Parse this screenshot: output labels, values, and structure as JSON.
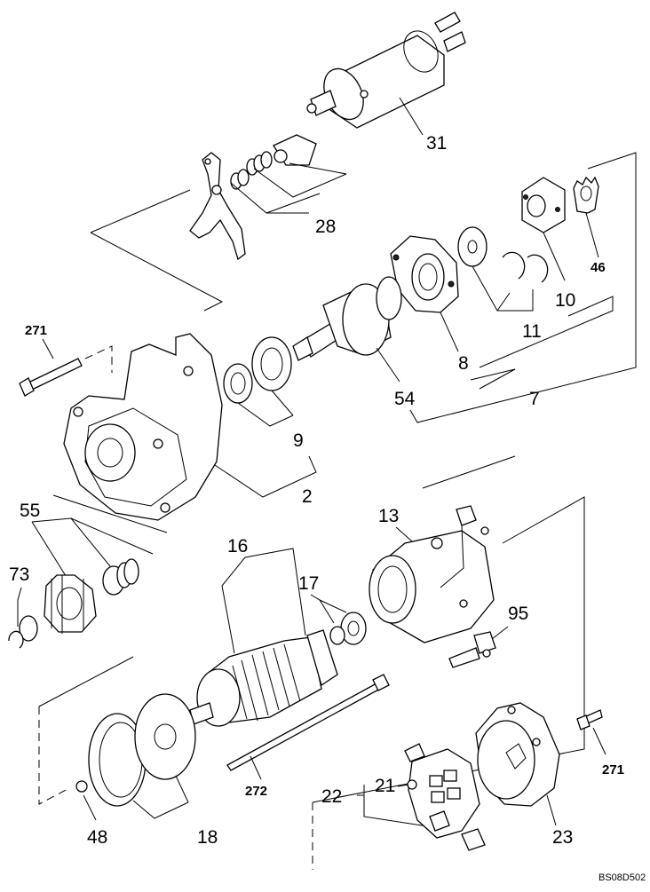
{
  "diagram": {
    "code": "BS08D502",
    "callouts": {
      "c31": "31",
      "c28": "28",
      "c46": "46",
      "c10": "10",
      "c11": "11",
      "c8": "8",
      "c271a": "271",
      "c54": "54",
      "c7": "7",
      "c9": "9",
      "c2": "2",
      "c55": "55",
      "c73": "73",
      "c16": "16",
      "c17": "17",
      "c13": "13",
      "c95": "95",
      "c271b": "271",
      "c272": "272",
      "c21": "21",
      "c22": "22",
      "c48": "48",
      "c18": "18",
      "c23": "23"
    }
  }
}
